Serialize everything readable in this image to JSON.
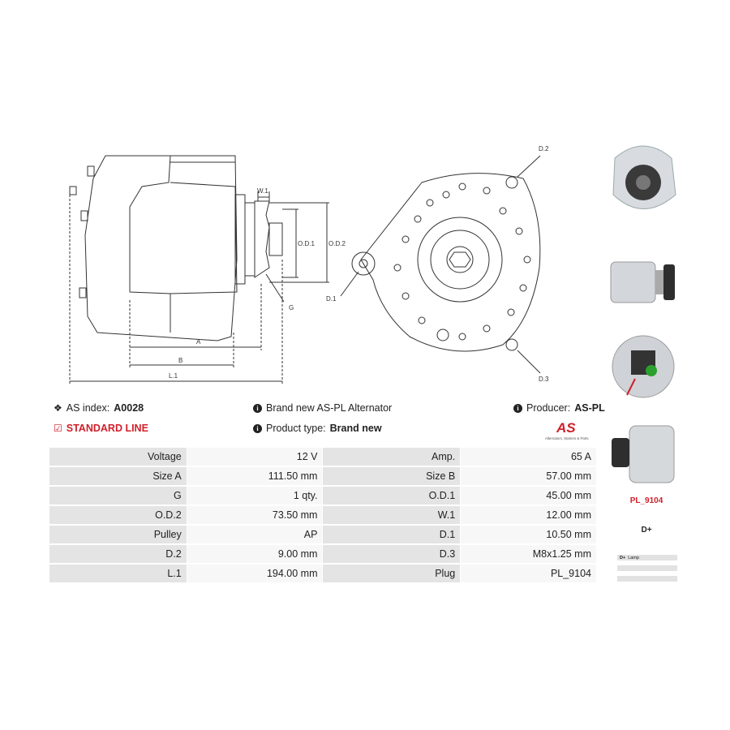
{
  "drawing": {
    "labels": {
      "w1": "W.1",
      "od1": "O.D.1",
      "od2": "O.D.2",
      "g": "G",
      "a": "A",
      "b": "B",
      "l1": "L.1",
      "d1": "D.1",
      "d2": "D.2",
      "d3": "D.3"
    }
  },
  "info": {
    "as_index_label": "AS index:",
    "as_index_value": "A0028",
    "standard_line": "STANDARD LINE",
    "brand_new_text": "Brand new AS-PL Alternator",
    "product_type_label": "Product type:",
    "product_type_value": "Brand new",
    "producer_label": "Producer:",
    "producer_value": "AS-PL"
  },
  "logo": {
    "mark": "AS",
    "tagline": "Alternators, Starters & Parts",
    "accent_color": "#d0202a"
  },
  "specs": [
    [
      "Voltage",
      "12 V",
      "Amp.",
      "65 A"
    ],
    [
      "Size A",
      "111.50 mm",
      "Size B",
      "57.00 mm"
    ],
    [
      "G",
      "1 qty.",
      "O.D.1",
      "45.00 mm"
    ],
    [
      "O.D.2",
      "73.50 mm",
      "W.1",
      "12.00 mm"
    ],
    [
      "Pulley",
      "AP",
      "D.1",
      "10.50 mm"
    ],
    [
      "D.2",
      "9.00 mm",
      "D.3",
      "M8x1.25 mm"
    ],
    [
      "L.1",
      "194.00 mm",
      "Plug",
      "PL_9104"
    ]
  ],
  "plug": {
    "name": "PL_9104",
    "terminal": "D+",
    "legend": [
      {
        "pin": "D+",
        "desc": "Lamp"
      },
      {
        "pin": "",
        "desc": ""
      },
      {
        "pin": "",
        "desc": ""
      }
    ]
  }
}
